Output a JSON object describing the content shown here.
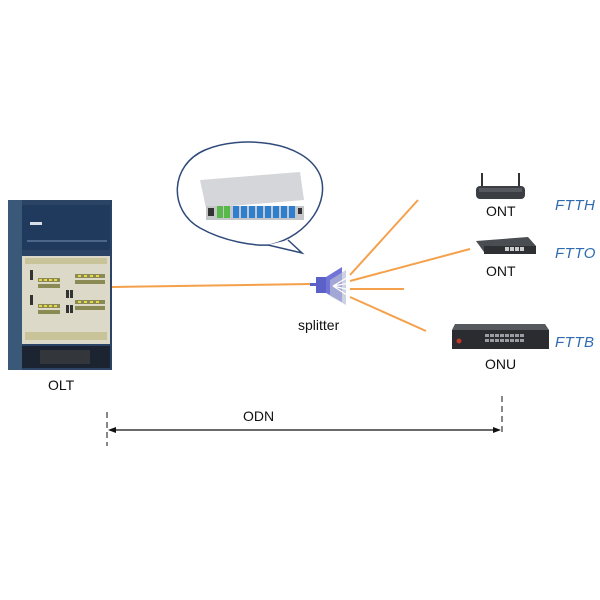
{
  "diagram": {
    "title": "PON network topology",
    "nodes": {
      "olt": {
        "label": "OLT"
      },
      "splitter": {
        "label": "splitter"
      },
      "ont_ftth": {
        "label": "ONT",
        "tag": "FTTH"
      },
      "ont_ftto": {
        "label": "ONT",
        "tag": "FTTO"
      },
      "onu_fttb": {
        "label": "ONU",
        "tag": "FTTB"
      }
    },
    "span": {
      "label": "ODN"
    },
    "colors": {
      "fiber": "#f5a04a",
      "tag": "#2e6bb0",
      "callout_border": "#2f4a7a",
      "olt_body": "#2b4466",
      "splitter": "#5b61c9"
    }
  }
}
